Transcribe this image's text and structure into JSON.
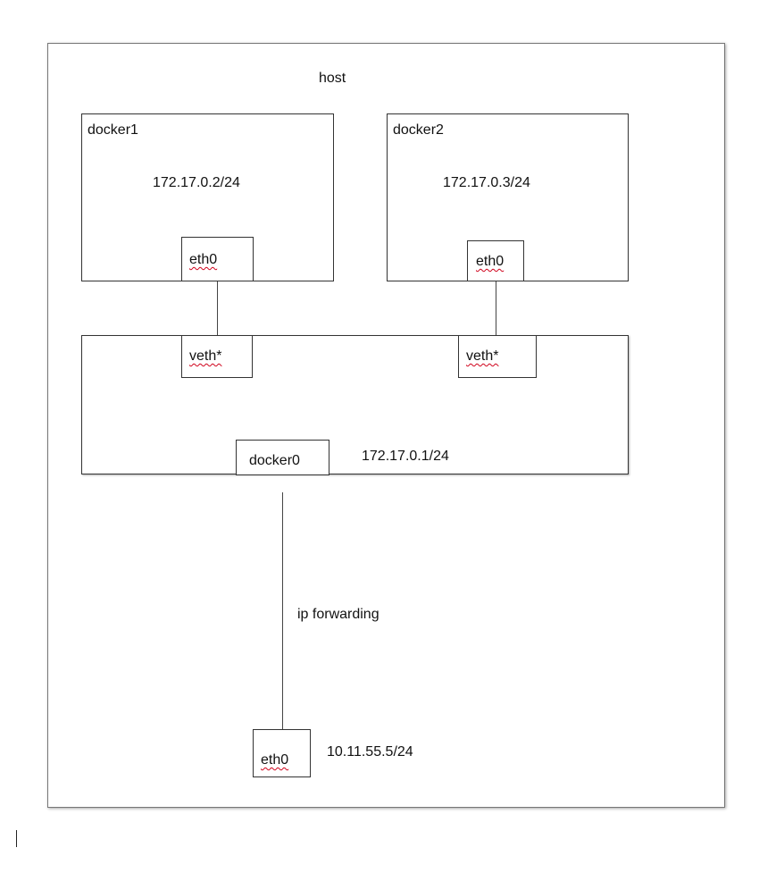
{
  "host": {
    "label": "host"
  },
  "docker1": {
    "name": "docker1",
    "ip": "172.17.0.2/24",
    "iface": "eth0"
  },
  "docker2": {
    "name": "docker2",
    "ip": "172.17.0.3/24",
    "iface": "eth0"
  },
  "bridge": {
    "veth_left": "veth*",
    "veth_right": "veth*",
    "name": "docker0",
    "ip": "172.17.0.1/24"
  },
  "link": {
    "label": "ip forwarding"
  },
  "host_iface": {
    "name": "eth0",
    "ip": "10.11.55.5/24"
  }
}
